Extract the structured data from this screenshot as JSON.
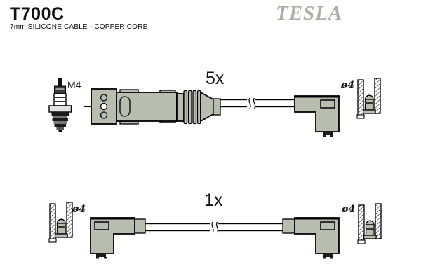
{
  "header": {
    "part_number": "T700C",
    "description": "7mm SILICONE CABLE - COPPER CORE",
    "brand_logo": "TESLA"
  },
  "assemblies": {
    "top": {
      "quantity": "5x",
      "spark_plug_thread": "M4",
      "terminal_diameter": "ø4"
    },
    "bottom": {
      "quantity": "1x",
      "terminal_diameter_left": "ø4",
      "terminal_diameter_right": "ø4"
    }
  },
  "colors": {
    "background": "#ffffff",
    "outline": "#000000",
    "connector_fill": "#b7bdaf",
    "brand": "#a9b2a3",
    "text": "#111111"
  }
}
